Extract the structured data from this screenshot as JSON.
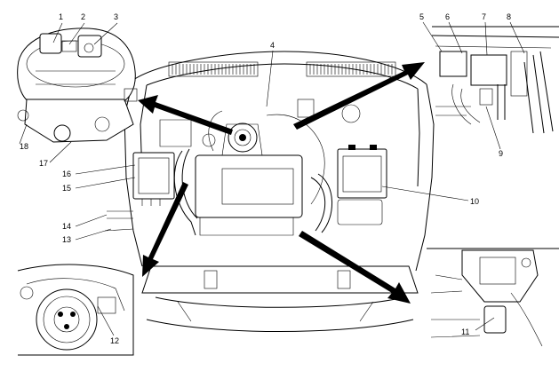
{
  "figure": {
    "callouts": [
      "1",
      "2",
      "3",
      "4",
      "5",
      "6",
      "7",
      "8",
      "9",
      "10",
      "11",
      "12",
      "13",
      "14",
      "15",
      "16",
      "17",
      "18"
    ]
  },
  "colors": {
    "line": "#000000",
    "background": "#ffffff"
  }
}
